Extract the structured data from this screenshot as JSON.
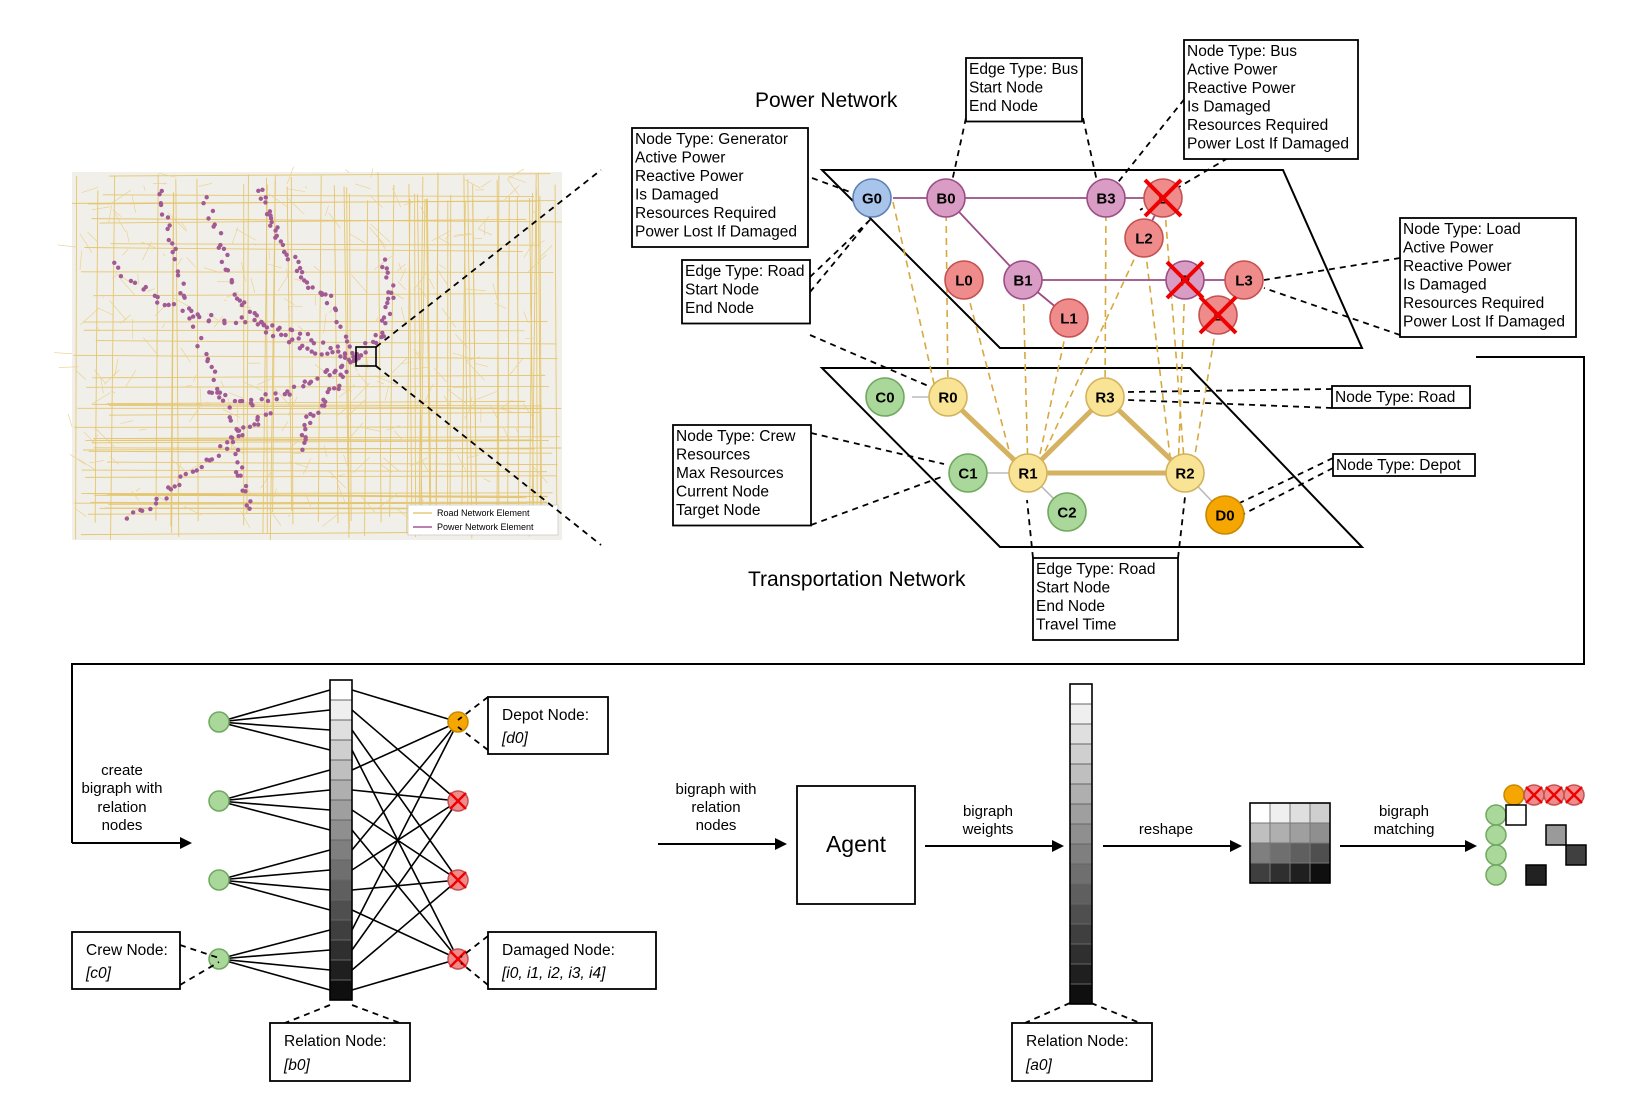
{
  "map": {
    "legend": [
      {
        "label": "Road Network Element",
        "color": "#e8c876"
      },
      {
        "label": "Power Network Element",
        "color": "#a15a93"
      }
    ]
  },
  "titles": {
    "power": "Power Network",
    "transport": "Transportation Network"
  },
  "callouts": {
    "generator": [
      "Node Type: Generator",
      "Active Power",
      "Reactive Power",
      "Is Damaged",
      "Resources Required",
      "Power Lost If Damaged"
    ],
    "edge_bus": [
      "Edge Type: Bus",
      "Start Node",
      "End Node"
    ],
    "bus": [
      "Node Type: Bus",
      "Active Power",
      "Reactive Power",
      "Is Damaged",
      "Resources Required",
      "Power Lost If Damaged"
    ],
    "edge_road_power": [
      "Edge Type: Road",
      "Start Node",
      "End Node"
    ],
    "load": [
      "Node Type: Load",
      "Active Power",
      "Reactive Power",
      "Is Damaged",
      "Resources Required",
      "Power Lost If Damaged"
    ],
    "road": [
      "Node Type: Road"
    ],
    "crew": [
      "Node Type: Crew",
      "Resources",
      "Max Resources",
      "Current Node",
      "Target Node"
    ],
    "depot": [
      "Node Type: Depot"
    ],
    "edge_road_transport": [
      "Edge Type: Road",
      "Start Node",
      "End Node",
      "Travel Time"
    ]
  },
  "power_nodes": [
    {
      "id": "G0",
      "label": "G0",
      "kind": "generator",
      "damaged": false
    },
    {
      "id": "B0",
      "label": "B0",
      "kind": "bus",
      "damaged": false
    },
    {
      "id": "B3",
      "label": "B3",
      "kind": "bus",
      "damaged": false
    },
    {
      "id": "L4",
      "label": "L",
      "kind": "load",
      "damaged": true
    },
    {
      "id": "L2",
      "label": "L2",
      "kind": "load",
      "damaged": false
    },
    {
      "id": "L0",
      "label": "L0",
      "kind": "load",
      "damaged": false
    },
    {
      "id": "B1",
      "label": "B1",
      "kind": "bus",
      "damaged": false
    },
    {
      "id": "B2",
      "label": "P",
      "kind": "bus",
      "damaged": true
    },
    {
      "id": "L3",
      "label": "L3",
      "kind": "load",
      "damaged": false
    },
    {
      "id": "L1",
      "label": "L1",
      "kind": "load",
      "damaged": false
    },
    {
      "id": "L5",
      "label": "L",
      "kind": "load",
      "damaged": true
    }
  ],
  "transport_nodes": [
    {
      "id": "C0",
      "label": "C0",
      "kind": "crew"
    },
    {
      "id": "R0",
      "label": "R0",
      "kind": "road"
    },
    {
      "id": "R3",
      "label": "R3",
      "kind": "road"
    },
    {
      "id": "C1",
      "label": "C1",
      "kind": "crew"
    },
    {
      "id": "R1",
      "label": "R1",
      "kind": "road"
    },
    {
      "id": "R2",
      "label": "R2",
      "kind": "road"
    },
    {
      "id": "C2",
      "label": "C2",
      "kind": "crew"
    },
    {
      "id": "D0",
      "label": "D0",
      "kind": "depot"
    }
  ],
  "colors": {
    "generator": "#a9c4ea",
    "bus": "#d99cc4",
    "load": "#ef8b8b",
    "road": "#f9e394",
    "crew": "#a9d89a",
    "depot": "#f5a600",
    "cross": "#ee0000"
  },
  "pipeline": {
    "step1": [
      "create",
      "bigraph with",
      "relation",
      "nodes"
    ],
    "step2": [
      "bigraph with",
      "relation",
      "nodes"
    ],
    "agent": "Agent",
    "step3": [
      "bigraph",
      "weights"
    ],
    "step4": "reshape",
    "step5": [
      "bigraph",
      "matching"
    ]
  },
  "bigraph_labels": {
    "depot": [
      "Depot Node:",
      "[d0]"
    ],
    "crew": [
      "Crew Node:",
      "[c0]"
    ],
    "damaged": [
      "Damaged Node:",
      "[i0, i1, i2, i3, i4]"
    ],
    "relation_b": [
      "Relation Node:",
      "[b0]"
    ],
    "relation_a": [
      "Relation Node:",
      "[a0]"
    ]
  }
}
